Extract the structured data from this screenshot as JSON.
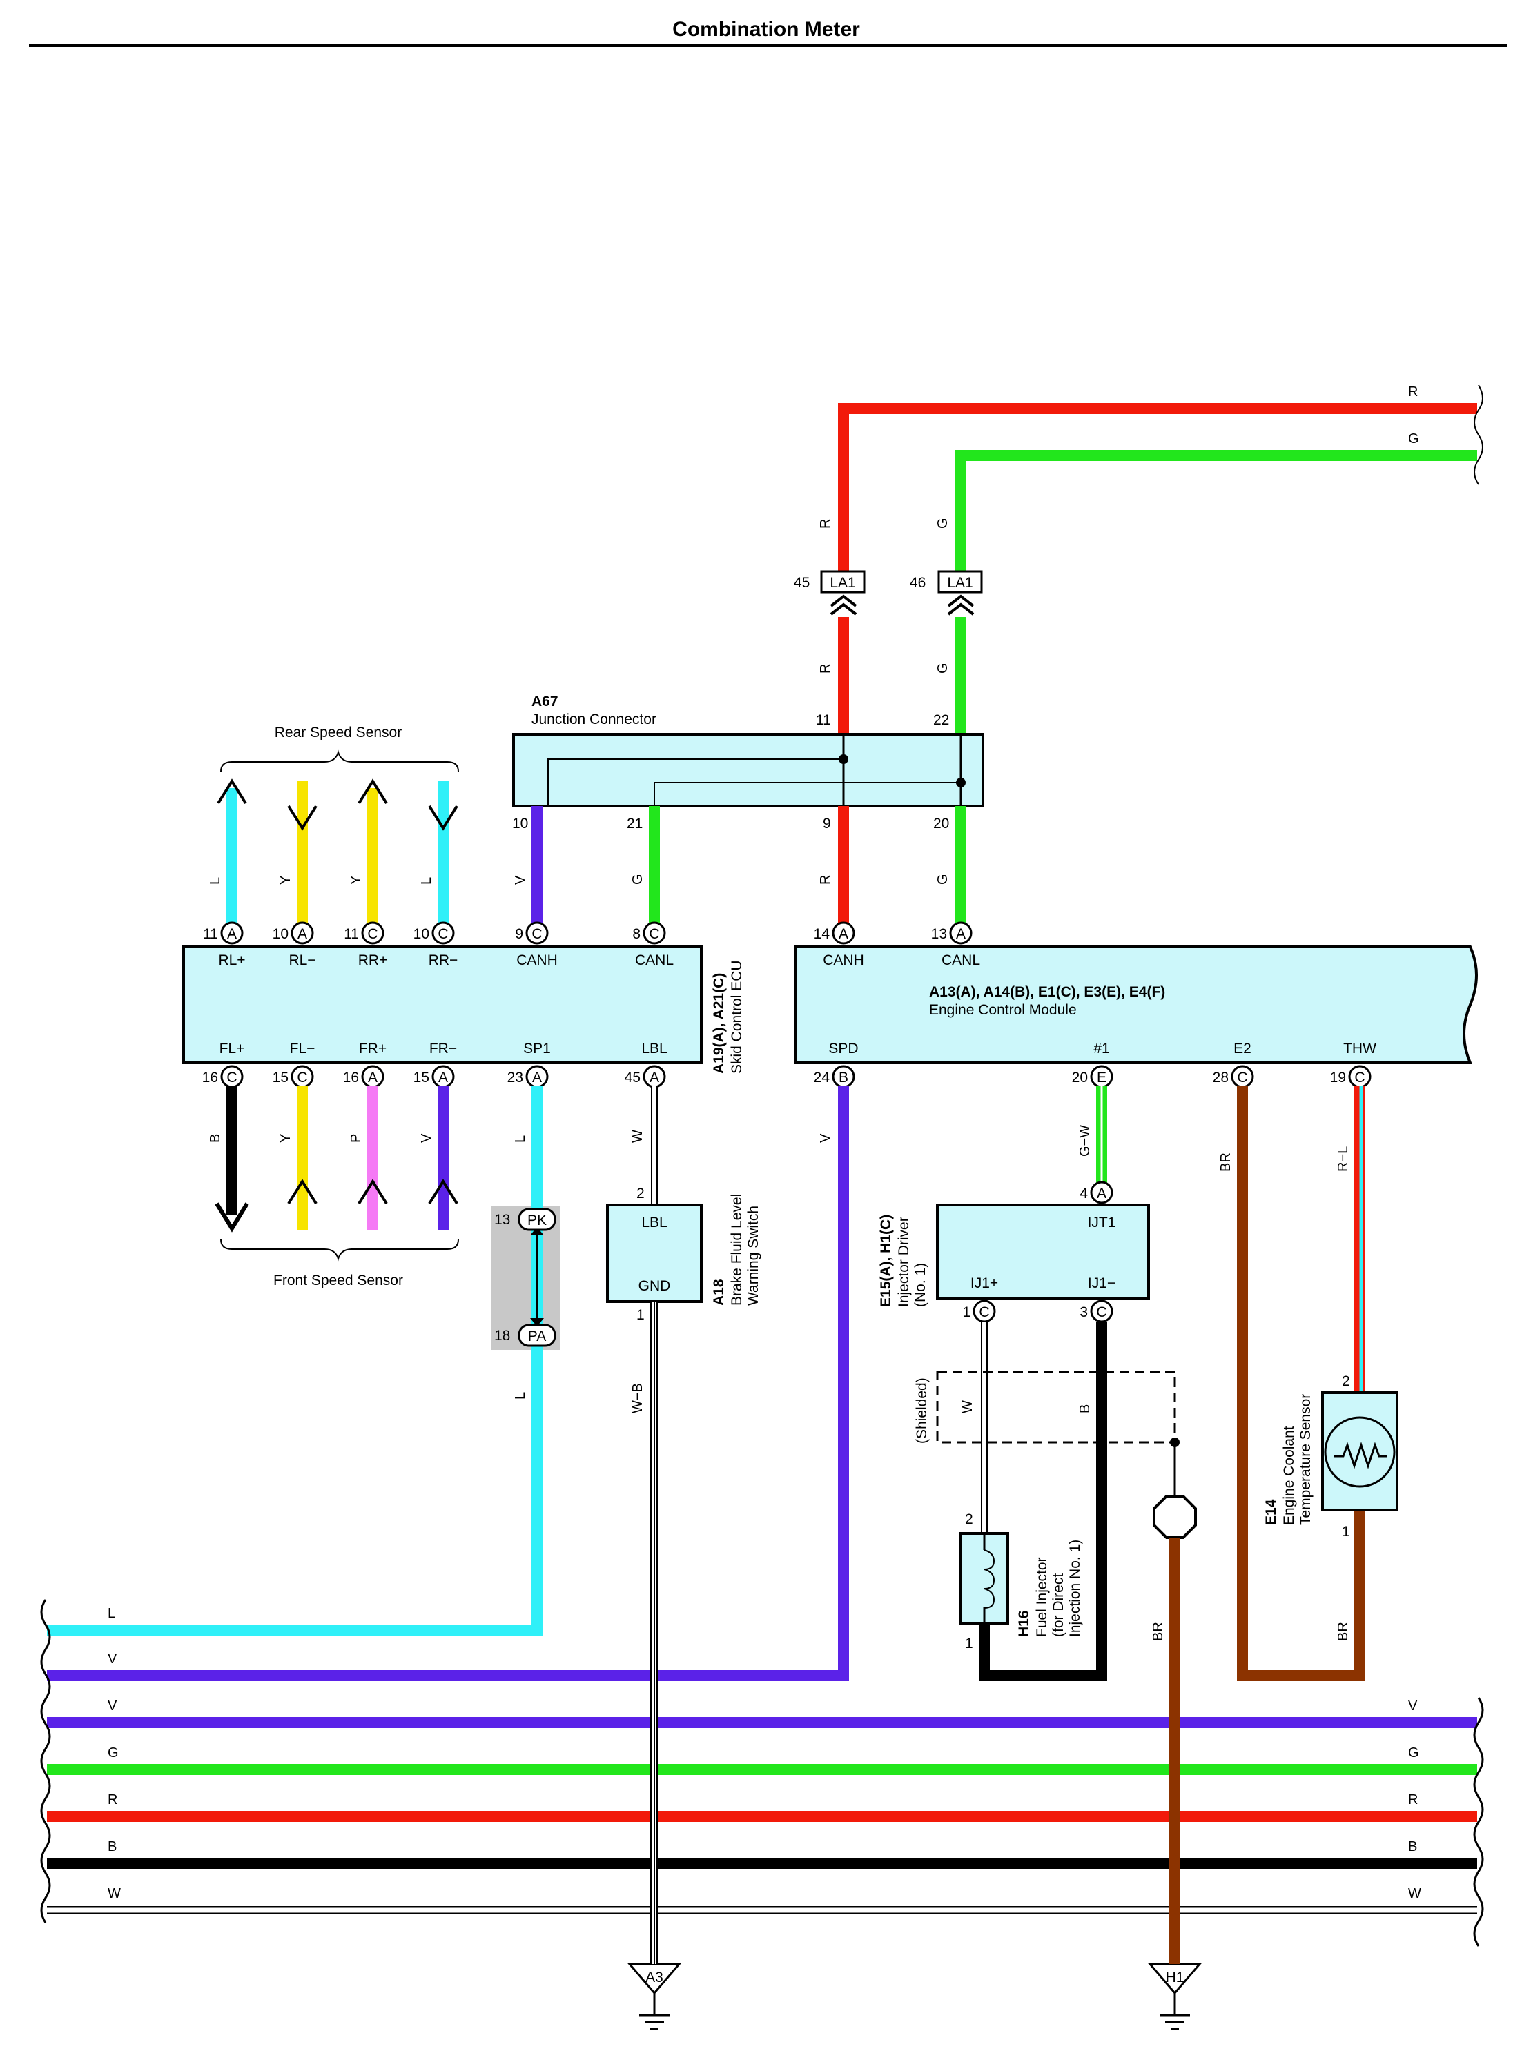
{
  "page": {
    "title": "Combination Meter"
  },
  "colors": {
    "L": "#2ff0f8",
    "V": "#5b22e8",
    "G": "#22e61c",
    "R": "#f21a0a",
    "B": "#000000",
    "W": "#ffffff",
    "Y": "#f7e400",
    "P": "#f57af5",
    "BR": "#8c3300",
    "box": "#ccf7fa"
  },
  "components": {
    "a67": {
      "code": "A67",
      "name": "Junction Connector",
      "pins": {
        "p11": "11",
        "p22": "22",
        "p10": "10",
        "p21": "21",
        "p9": "9",
        "p20": "20"
      }
    },
    "skid_ecu": {
      "code": "A19(A), A21(C)",
      "name": "Skid Control ECU",
      "top_terms": [
        "RL+",
        "RL−",
        "RR+",
        "RR−",
        "CANH",
        "CANL"
      ],
      "top_pins": [
        "11",
        "10",
        "11",
        "10",
        "9",
        "8"
      ],
      "top_conn": [
        "A",
        "A",
        "C",
        "C",
        "C",
        "C"
      ],
      "top_wires": [
        "L",
        "Y",
        "Y",
        "L",
        "V",
        "G"
      ],
      "bottom_terms": [
        "FL+",
        "FL−",
        "FR+",
        "FR−",
        "SP1",
        "LBL"
      ],
      "bottom_pins": [
        "16",
        "15",
        "16",
        "15",
        "23",
        "45"
      ],
      "bottom_conn": [
        "C",
        "C",
        "A",
        "A",
        "A",
        "A"
      ],
      "bottom_wires": [
        "B",
        "Y",
        "P",
        "V",
        "L",
        "W"
      ]
    },
    "rear_sensor": {
      "name": "Rear Speed Sensor"
    },
    "front_sensor": {
      "name": "Front Speed Sensor"
    },
    "ecm": {
      "code": "A13(A), A14(B), E1(C), E3(E), E4(F)",
      "name": "Engine Control Module",
      "top_terms": [
        "CANH",
        "CANL"
      ],
      "top_pins": [
        "14",
        "13"
      ],
      "top_conn": [
        "A",
        "A"
      ],
      "bottom_terms": [
        "SPD",
        "#1",
        "E2",
        "THW"
      ],
      "bottom_pins": [
        "24",
        "20",
        "28",
        "19"
      ],
      "bottom_conn": [
        "B",
        "E",
        "C",
        "C"
      ]
    },
    "la1": {
      "label": "LA1",
      "pin_r": "45",
      "pin_g": "46"
    },
    "a18": {
      "code": "A18",
      "name_line1": "Brake Fluid Level",
      "name_line2": "Warning Switch",
      "term_top": "LBL",
      "term_bottom": "GND",
      "pin_top": "2",
      "pin_bottom": "1"
    },
    "pkpa": {
      "top": "PK",
      "bottom": "PA",
      "pin_top": "13",
      "pin_bottom": "18"
    },
    "injector_driver": {
      "code": "E15(A), H1(C)",
      "name_line1": "Injector Driver",
      "name_line2": "(No. 1)",
      "term_top": "IJT1",
      "term_left": "IJ1+",
      "term_right": "IJ1−",
      "pin_top": "4",
      "conn_top": "A",
      "pin_left": "1",
      "conn_left": "C",
      "pin_right": "3",
      "conn_right": "C"
    },
    "h16": {
      "code": "H16",
      "name_line1": "Fuel Injector",
      "name_line2": "(for Direct",
      "name_line3": "Injection No. 1)",
      "pin_top": "2",
      "pin_bottom": "1"
    },
    "e14": {
      "code": "E14",
      "name_line1": "Engine Coolant",
      "name_line2": "Temperature Sensor",
      "pin_top": "2",
      "pin_bottom": "1"
    },
    "shielded": {
      "label": "(Shielded)"
    },
    "ground_a3": {
      "label": "A3"
    },
    "ground_h1": {
      "label": "H1"
    }
  },
  "wire_labels": {
    "top_r": "R",
    "top_g": "G",
    "la1_r_up": "R",
    "la1_g_up": "G",
    "la1_r_dn": "R",
    "la1_g_dn": "G",
    "a67_v": "V",
    "a67_g": "G",
    "a67_r": "R",
    "a67_g2": "G",
    "spd_v": "V",
    "sp1_l": "L",
    "pa_l": "L",
    "lbl_w": "W",
    "gnd_wb": "W−B",
    "ijt_gw": "G−W",
    "ij_w": "W",
    "ij_b": "B",
    "h1_br": "BR",
    "e2_br": "BR",
    "thw_rl": "R−L",
    "e14_br": "BR"
  },
  "buses": [
    {
      "left": "L",
      "right": ""
    },
    {
      "left": "V",
      "right": ""
    },
    {
      "left": "V",
      "right": "V"
    },
    {
      "left": "G",
      "right": "G"
    },
    {
      "left": "R",
      "right": "R"
    },
    {
      "left": "B",
      "right": "B"
    },
    {
      "left": "W",
      "right": "W"
    }
  ]
}
